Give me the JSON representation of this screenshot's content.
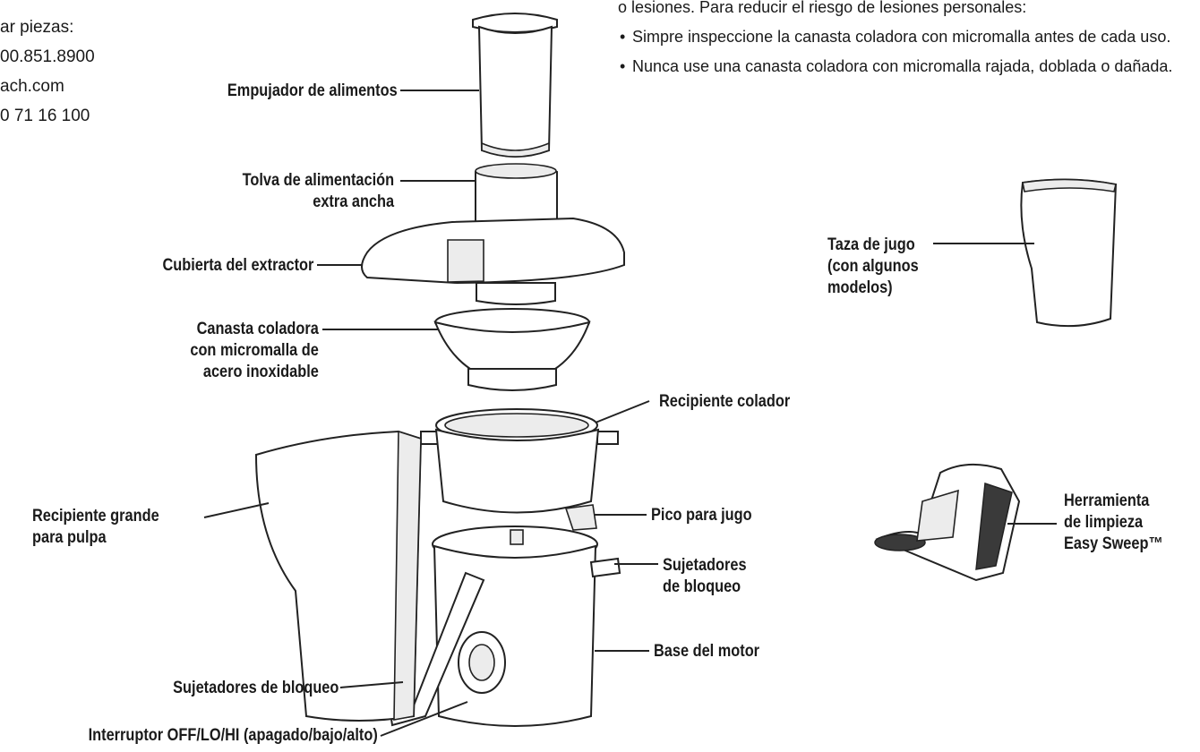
{
  "contact_lines": [
    "ar piezas:",
    "00.851.8900",
    "ach.com",
    "0 71 16 100"
  ],
  "notice": {
    "lead": "o lesiones. Para reducir el riesgo de lesiones personales:",
    "bullets": [
      "Simpre inspeccione la canasta coladora con micromalla antes de cada uso.",
      "Nunca use una canasta coladora con micromalla rajada, doblada o dañada."
    ]
  },
  "labels": {
    "empujador": "Empujador de alimentos",
    "tolva": "Tolva de alimentación\nextra ancha",
    "cubierta": "Cubierta del extractor",
    "canasta": "Canasta coladora\ncon micromalla de\nacero inoxidable",
    "recipiente_colador": "Recipiente colador",
    "recipiente_pulpa": "Recipiente grande\npara pulpa",
    "pico": "Pico para jugo",
    "sujetadores_right": "Sujetadores\nde bloqueo",
    "base": "Base del motor",
    "sujetadores_left": "Sujetadores de bloqueo",
    "interruptor": "Interruptor OFF/LO/HI (apagado/bajo/alto)",
    "taza": "Taza de jugo\n(con algunos\nmodelos)",
    "herramienta": "Herramienta\nde limpieza\nEasy Sweep™"
  }
}
